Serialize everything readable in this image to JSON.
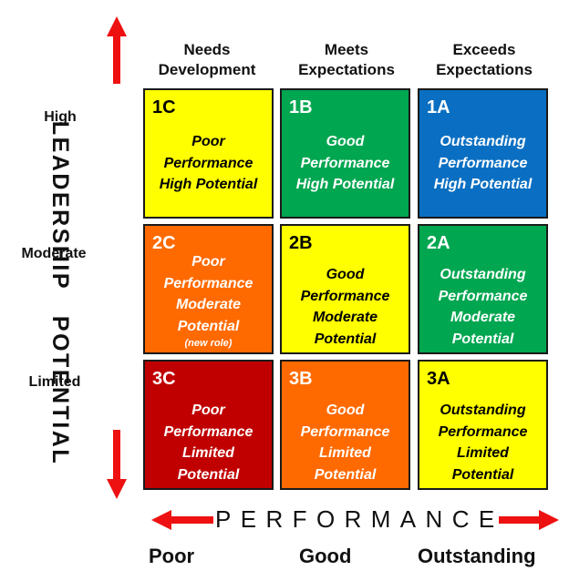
{
  "columns": [
    {
      "line1": "Needs",
      "line2": "Development"
    },
    {
      "line1": "Meets",
      "line2": "Expectations"
    },
    {
      "line1": "Exceeds",
      "line2": "Expectations"
    }
  ],
  "rows": [
    "High",
    "Moderate",
    "Limited"
  ],
  "y_axis_title": "LEADERSHIP   POTENTIAL",
  "x_axis_title": "PERFORMANCE",
  "bottom_labels": [
    "Poor",
    "Good",
    "Outstanding"
  ],
  "colors": {
    "yellow": "#ffff00",
    "green": "#00a650",
    "blue": "#0a6fc2",
    "orange": "#ff6a00",
    "red": "#c00000",
    "arrow": "#ee1111"
  },
  "cells": [
    {
      "id": "1C",
      "lines": [
        "Poor",
        "Performance",
        "High Potential"
      ],
      "note": "",
      "color": "#ffff00",
      "text_color": "#000000"
    },
    {
      "id": "1B",
      "lines": [
        "Good",
        "Performance",
        "High Potential"
      ],
      "note": "",
      "color": "#00a650",
      "text_color": "#ffffff"
    },
    {
      "id": "1A",
      "lines": [
        "Outstanding",
        "Performance",
        "High Potential"
      ],
      "note": "",
      "color": "#0a6fc2",
      "text_color": "#ffffff"
    },
    {
      "id": "2C",
      "lines": [
        "Poor",
        "Performance",
        "Moderate",
        "Potential"
      ],
      "note": "(new role)",
      "color": "#ff6a00",
      "text_color": "#ffffff"
    },
    {
      "id": "2B",
      "lines": [
        "Good",
        "Performance",
        "Moderate",
        "Potential"
      ],
      "note": "",
      "color": "#ffff00",
      "text_color": "#000000"
    },
    {
      "id": "2A",
      "lines": [
        "Outstanding",
        "Performance",
        "Moderate",
        "Potential"
      ],
      "note": "",
      "color": "#00a650",
      "text_color": "#ffffff"
    },
    {
      "id": "3C",
      "lines": [
        "Poor",
        "Performance",
        "Limited",
        "Potential"
      ],
      "note": "",
      "color": "#c00000",
      "text_color": "#ffffff"
    },
    {
      "id": "3B",
      "lines": [
        "Good",
        "Performance",
        "Limited",
        "Potential"
      ],
      "note": "",
      "color": "#ff6a00",
      "text_color": "#ffffff"
    },
    {
      "id": "3A",
      "lines": [
        "Outstanding",
        "Performance",
        "Limited",
        "Potential"
      ],
      "note": "",
      "color": "#ffff00",
      "text_color": "#000000"
    }
  ]
}
